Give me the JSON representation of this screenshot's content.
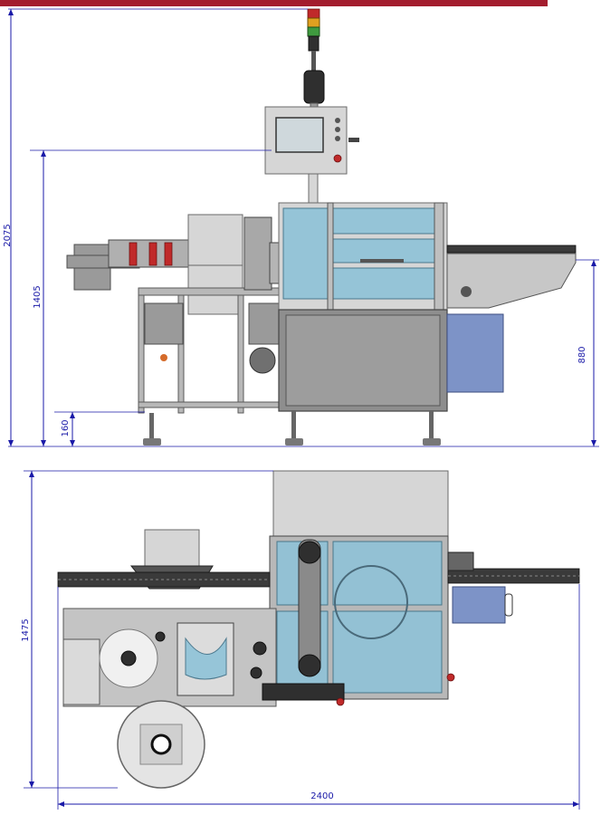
{
  "header": {
    "accent_color": "#a31d2e"
  },
  "dimensions": {
    "total_height": "2075",
    "panel_height": "1405",
    "foot_height": "160",
    "table_height": "880",
    "depth": "1475",
    "length": "2400"
  },
  "colors": {
    "dimension_line": "#1a1aa8",
    "guard_glass": "#8fc3d8",
    "panel_blue": "#7d93c7",
    "accent_red": "#c02a2a"
  }
}
